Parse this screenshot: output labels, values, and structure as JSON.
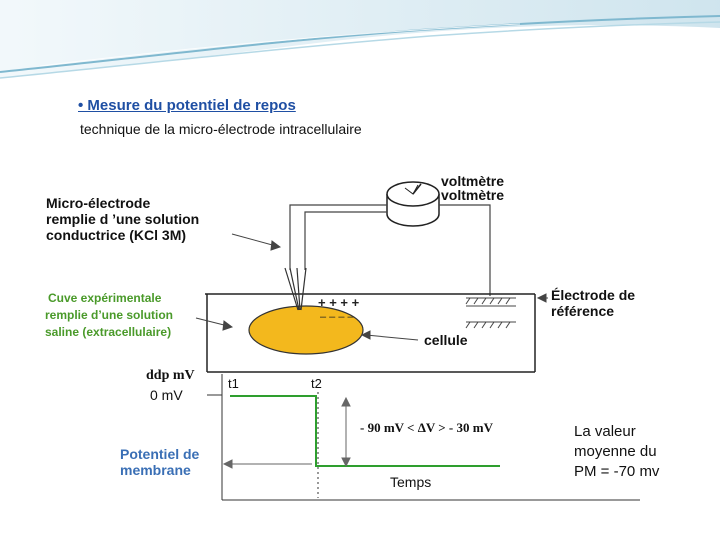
{
  "slide": {
    "title": "• Mesure du potentiel de repos",
    "subtitle": "technique de la micro-électrode intracellulaire"
  },
  "labels": {
    "voltmeter_1": "voltmètre",
    "voltmeter_2": "voltmètre",
    "electrode_line1": "Micro-électrode",
    "electrode_line2": "remplie d ’une solution",
    "electrode_line3": "conductrice (KCl 3M)",
    "tank_line1": "Cuve expérimentale",
    "tank_line2": "remplie d’une solution",
    "tank_line3": "saline (extracellulaire)",
    "reference_line1": "Électrode de",
    "reference_line2": "référence",
    "cell": "cellule",
    "plus_signs": "+ + + +",
    "minus_signs": "– – – –"
  },
  "graph": {
    "ylabel": "ddp mV",
    "zero_label": "0 mV",
    "t1": "t1",
    "t2": "t2",
    "delta_label": "- 90 mV < ΔV > - 30 mV",
    "membrane_line1": "Potentiel de",
    "membrane_line2": "membrane",
    "xlabel": "Temps",
    "colors": {
      "trace": "#2e9e2e",
      "arrow": "#666666"
    }
  },
  "note": {
    "line1": "La valeur",
    "line2": "moyenne du",
    "line3": "PM = -70 mv"
  }
}
